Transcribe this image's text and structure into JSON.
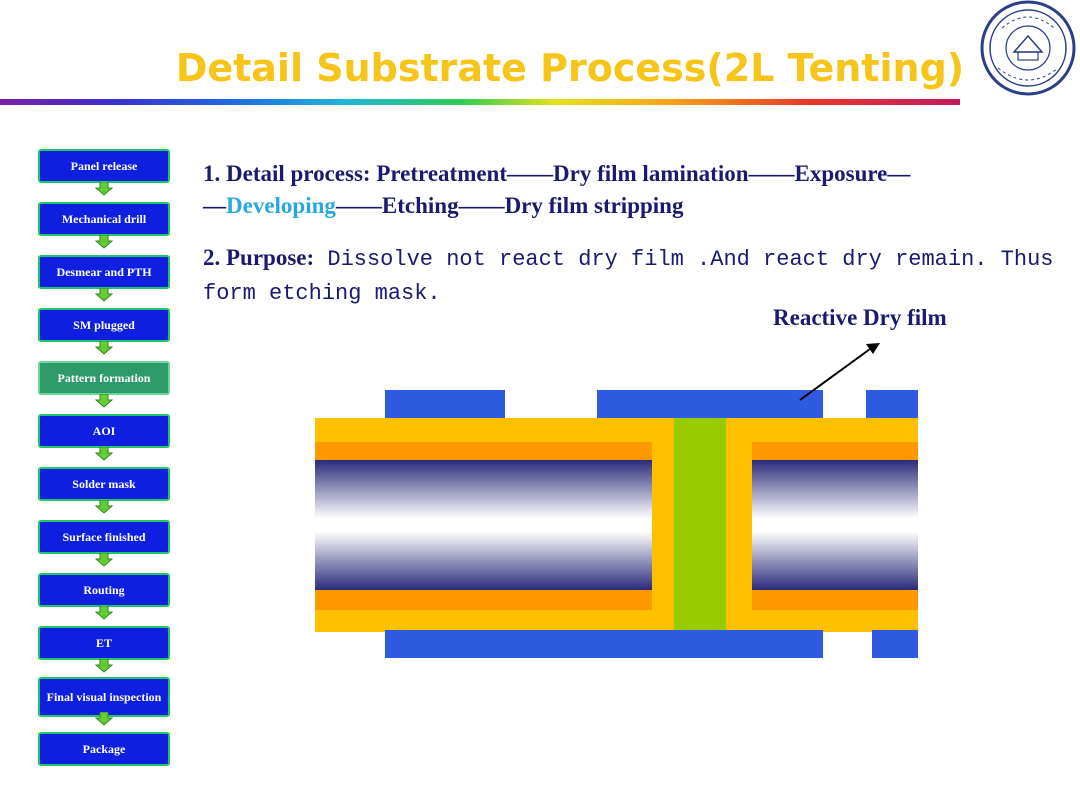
{
  "title": "Detail Substrate Process(2L Tenting)",
  "flow": [
    {
      "label": "Panel release",
      "active": false
    },
    {
      "label": "Mechanical drill",
      "active": false
    },
    {
      "label": "Desmear and PTH",
      "active": false
    },
    {
      "label": "SM plugged",
      "active": false
    },
    {
      "label": "Pattern formation",
      "active": true
    },
    {
      "label": "AOI",
      "active": false
    },
    {
      "label": "Solder mask",
      "active": false
    },
    {
      "label": "Surface finished",
      "active": false
    },
    {
      "label": "Routing",
      "active": false
    },
    {
      "label": "ET",
      "active": false
    },
    {
      "label": "Final visual inspection",
      "active": false
    },
    {
      "label": "Package",
      "active": false
    }
  ],
  "text": {
    "p1_a": "1. Detail process: Pretreatment——Dry film lamination——Exposure—",
    "p1_b": "—",
    "p1_hl": "Developing",
    "p1_c": "——Etching——Dry film stripping",
    "p2_label": "2. Purpose:",
    "p2_body": " Dissolve not react dry film .And react dry remain. Thus form etching mask.",
    "callout": "Reactive Dry film"
  },
  "colors": {
    "dry_film": "#2F5BE0",
    "copper": "#FFC000",
    "copper_inner": "#FF9900",
    "via_plating": "#99CC00",
    "core_dark": "#2a2a7a",
    "title": "#F7C41A",
    "highlight": "#29A8E0"
  }
}
